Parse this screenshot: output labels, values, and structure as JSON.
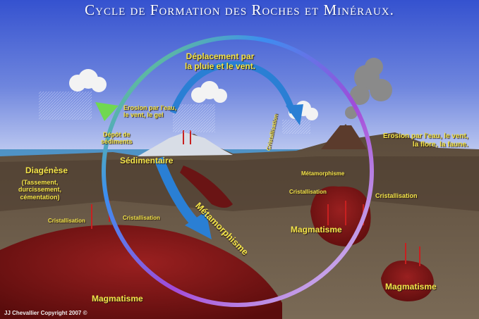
{
  "title": "Cycle de Formation des Roches et Minéraux.",
  "labels": {
    "deplacement": "Déplacement par\nla pluie et le vent.",
    "erosion_gel": "Erosion par l'eau,\nle vent, le gel",
    "depot": "Dépôt de\nsédiments",
    "sedimentaire": "Sédimentaire",
    "diagenese": "Diagénèse",
    "diagenese_detail": "(Tassement,\ndurcissement,\ncémentation)",
    "cristallisation_left": "Cristallisation",
    "cristallisation_mid": "Cristallisation",
    "cristallisation_dike": "Cristallisation",
    "cristallisation_center": "Cristallisation",
    "cristallisation_right": "Cristallisation",
    "metamorphisme_big": "Métamorphisme",
    "metamorphisme_small": "Métamorphisme",
    "erosion_faune": "Erosion par l'eau, le vent,\nla flore, la faune.",
    "magmatisme_center": "Magmatisme",
    "magmatisme_right": "Magmatisme",
    "magmatisme_bottom": "Magmatisme"
  },
  "copyright": "JJ Chevallier Copyright 2007 ©",
  "colors": {
    "sky_top": "#3b5fd6",
    "sky_bottom": "#b9c6ee",
    "label_yellow": "#f2e44a",
    "magma": "#7a1414",
    "crust": "#6b5a47",
    "sea": "#4f93c6",
    "arrow_blue": "#2a7fd4"
  }
}
